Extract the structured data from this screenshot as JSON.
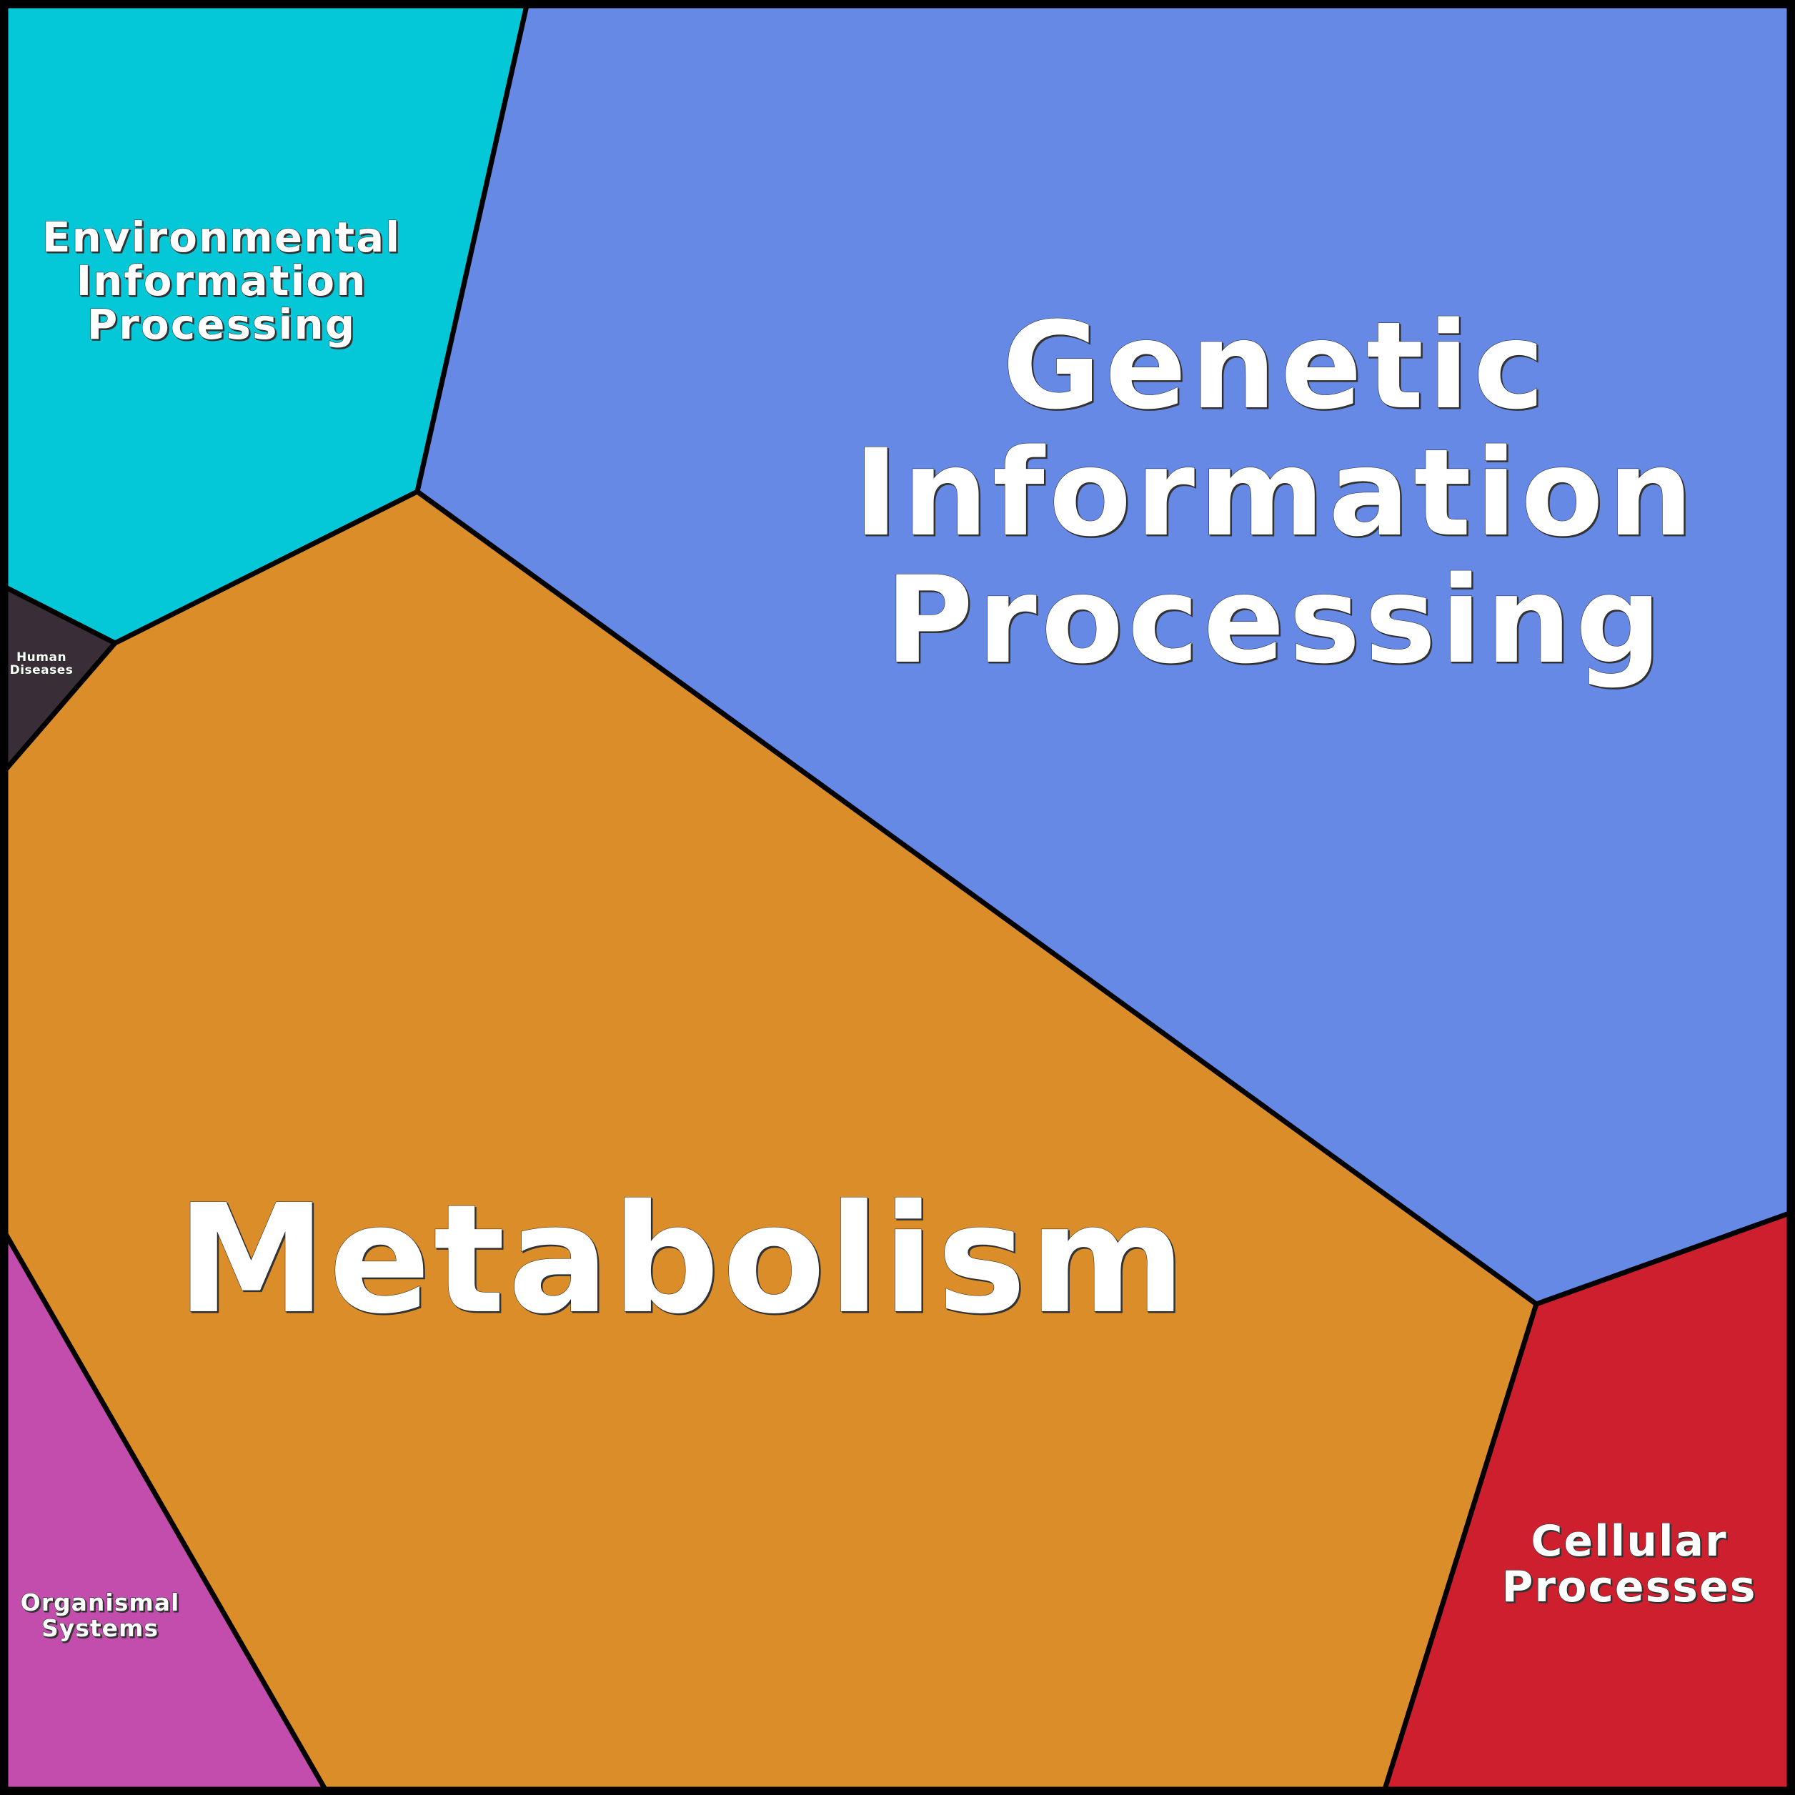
{
  "diagram": {
    "type": "voronoi-treemap",
    "regions": [
      {
        "id": "metabolism",
        "label_lines": [
          "Metabolism"
        ],
        "color": "#DA8D29"
      },
      {
        "id": "genetic",
        "label_lines": [
          "Genetic",
          "Information",
          "Processing"
        ],
        "color": "#6789E6"
      },
      {
        "id": "environmental",
        "label_lines": [
          "Environmental",
          "Information",
          "Processing"
        ],
        "color": "#04C7D7"
      },
      {
        "id": "cellular",
        "label_lines": [
          "Cellular",
          "Processes"
        ],
        "color": "#CE1F2F"
      },
      {
        "id": "organismal",
        "label_lines": [
          "Organismal",
          "Systems"
        ],
        "color": "#C24DAD"
      },
      {
        "id": "human-diseases",
        "label_lines": [
          "Human",
          "Diseases"
        ],
        "color": "#392E38"
      }
    ]
  }
}
